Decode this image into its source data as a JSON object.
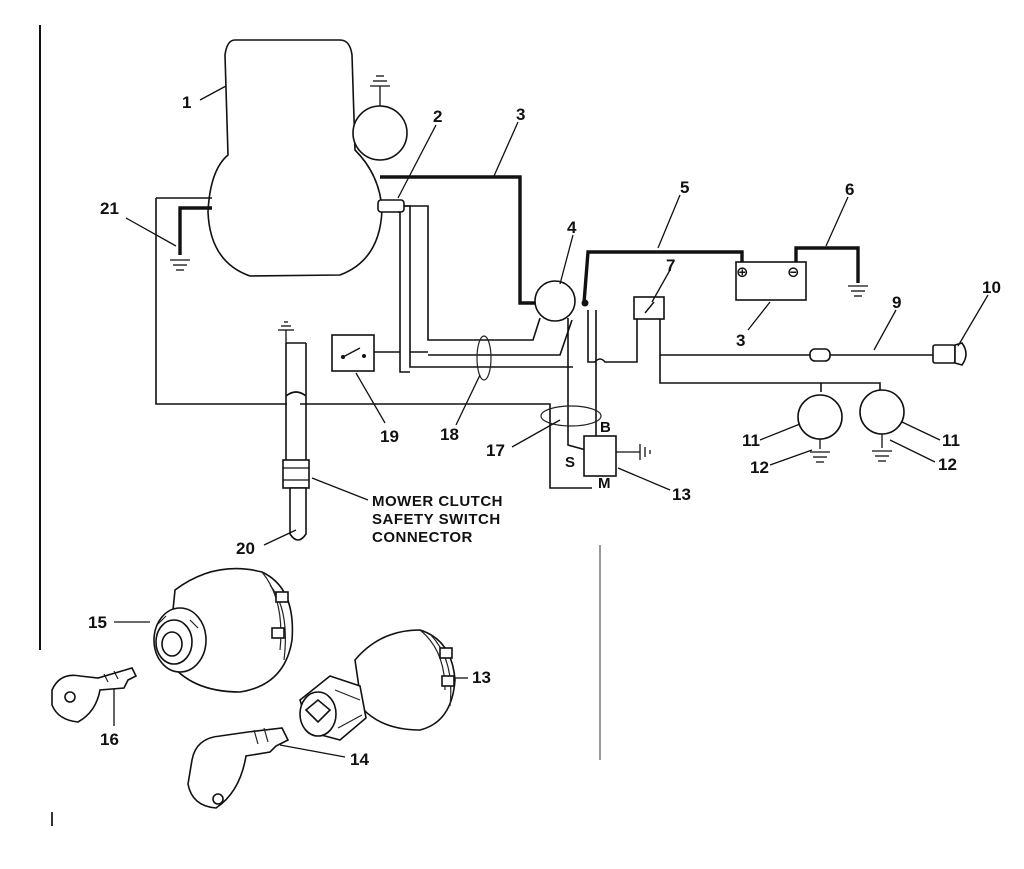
{
  "diagram": {
    "callouts": {
      "engine": "1",
      "engine_terminal": "2",
      "starter_cable": "3",
      "starter_solenoid": "4",
      "battery_positive_cable": "5",
      "battery_negative_cable": "6",
      "battery": "3",
      "fuse": "7",
      "light_harness": "9",
      "connector": "10",
      "headlight_left": "11",
      "headlight_right": "11",
      "ground_left": "12",
      "ground_right": "12",
      "ignition_switch": "13",
      "ignition_switch_part": "13",
      "key_ignition": "14",
      "light_switch_part": "15",
      "key_light": "16",
      "harness_ignition": "17",
      "harness_main": "18",
      "seat_switch": "19",
      "mower_clutch_switch": "20",
      "engine_ground": "21"
    },
    "annotation": {
      "line1": "MOWER CLUTCH",
      "line2": "SAFETY SWITCH",
      "line3": "CONNECTOR"
    },
    "switch_terminals": {
      "battery": "B",
      "starter": "S",
      "magneto": "M"
    },
    "battery_symbols": {
      "positive": "⊕",
      "negative": "⊖"
    }
  }
}
